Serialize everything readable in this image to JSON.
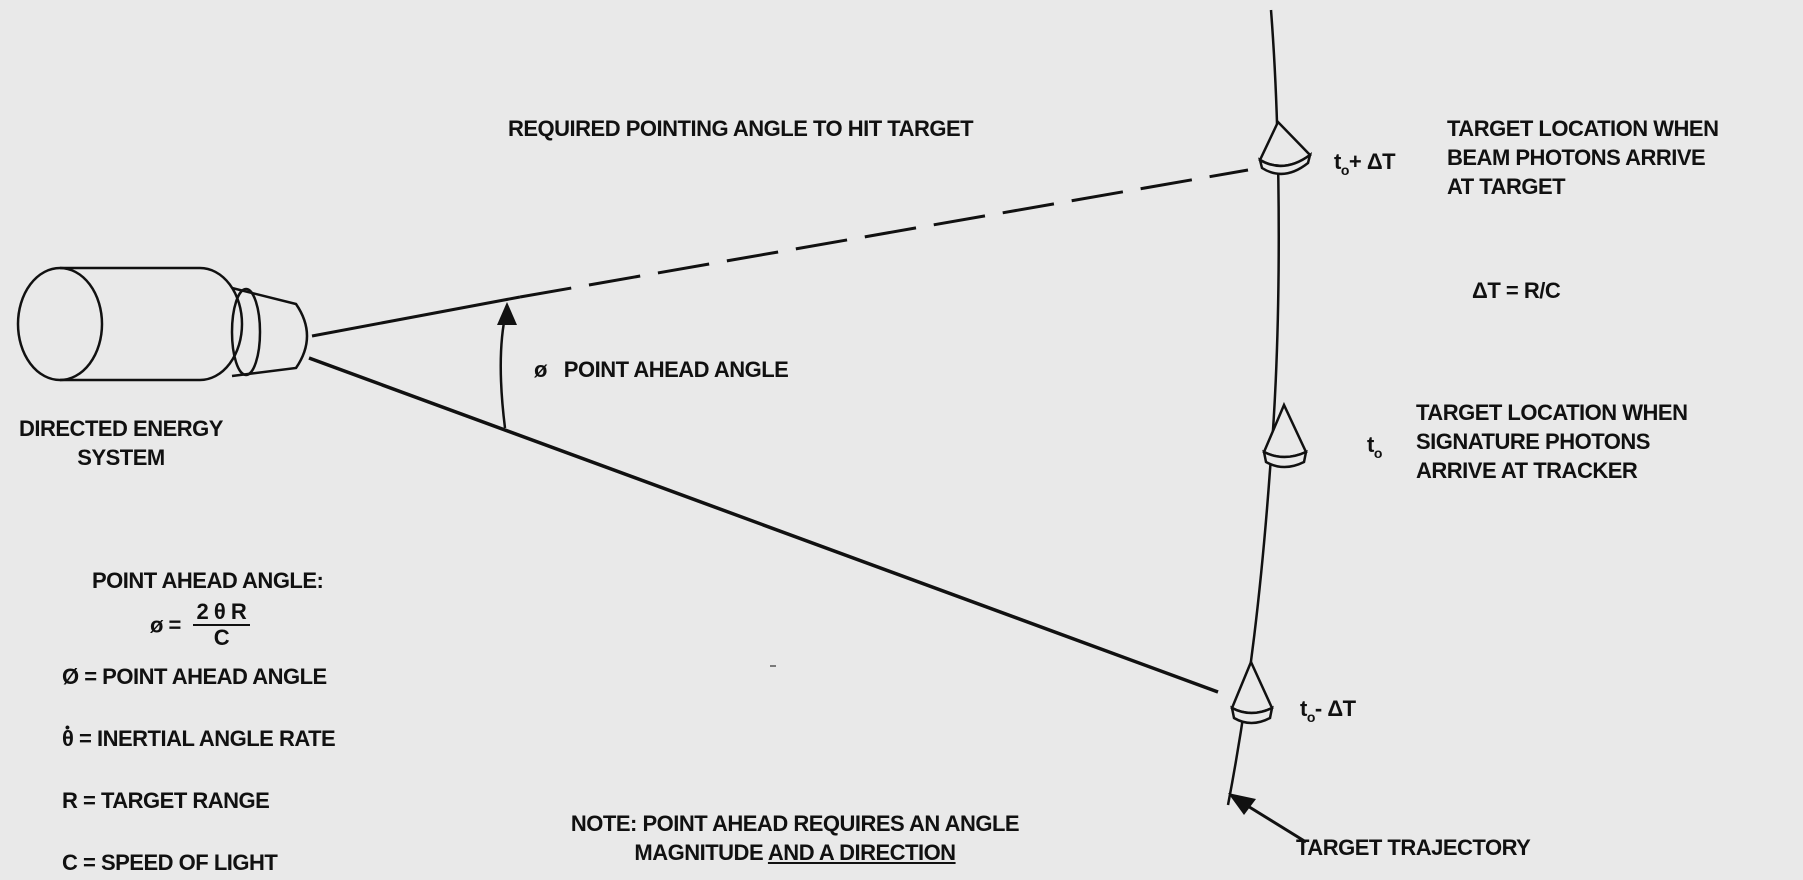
{
  "labels": {
    "required_angle": "REQUIRED POINTING ANGLE TO HIT TARGET",
    "point_ahead_angle": "POINT AHEAD ANGLE",
    "phi_symbol": "ø",
    "directed_energy_line1": "DIRECTED ENERGY",
    "directed_energy_line2": "SYSTEM",
    "time_future": {
      "t": "t",
      "sub": "o",
      "rest": "+ ΔT"
    },
    "time_now": {
      "t": "t",
      "sub": "o"
    },
    "time_past": {
      "t": "t",
      "sub": "o",
      "rest": "- ΔT"
    },
    "target_beam_line1": "TARGET LOCATION WHEN",
    "target_beam_line2": "BEAM PHOTONS ARRIVE",
    "target_beam_line3": "AT TARGET",
    "delta_t_eq": "ΔT = R/C",
    "target_sig_line1": "TARGET LOCATION WHEN",
    "target_sig_line2": "SIGNATURE PHOTONS",
    "target_sig_line3": "ARRIVE AT TRACKER",
    "target_trajectory": "TARGET TRAJECTORY",
    "note_line1": "NOTE:  POINT AHEAD REQUIRES AN ANGLE",
    "note_line2_a": "MAGNITUDE",
    "note_line2_b": "AND A DIRECTION"
  },
  "legend": {
    "heading": "POINT AHEAD ANGLE:",
    "formula_lhs": "ø =",
    "formula_num": "2 θ R",
    "formula_den": "C",
    "def_phi": "Ø = POINT AHEAD ANGLE",
    "def_theta_sym": "θ",
    "def_theta": "= INERTIAL ANGLE RATE",
    "def_r": "R = TARGET RANGE",
    "def_c": "C = SPEED OF LIGHT"
  },
  "colors": {
    "background": "#e9e9e9",
    "ink": "#111111"
  }
}
